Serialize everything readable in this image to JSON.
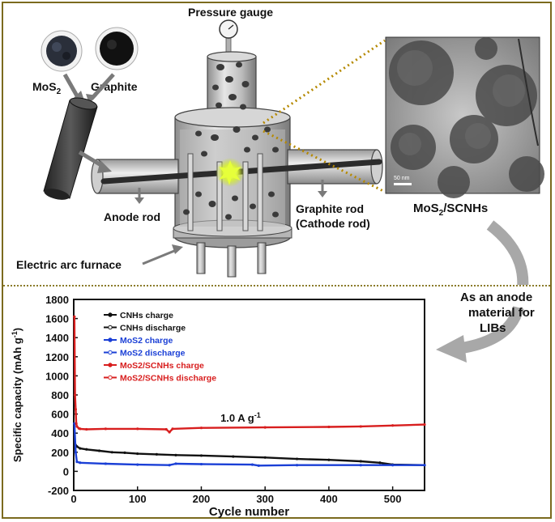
{
  "diagram": {
    "labels": {
      "pressure_gauge": "Pressure gauge",
      "mos2": "MoS",
      "mos2_sub": "2",
      "graphite": "Graphite",
      "anode_rod": "Anode rod",
      "graphite_rod": "Graphite rod",
      "cathode_rod": "(Cathode rod)",
      "furnace": "Electric arc furnace",
      "product": "MoS",
      "product_sub": "2",
      "product_suffix": "/SCNHs",
      "scale_bar": "50 nm",
      "application_line1": "As an anode",
      "application_line2": "material for",
      "application_line3": "LIBs"
    }
  },
  "chart_data": {
    "type": "line",
    "xlabel": "Cycle number",
    "ylabel": "Specific capacity (mAh g",
    "ylabel_sup": "-1",
    "ylabel_end": ")",
    "xlim": [
      0,
      550
    ],
    "ylim": [
      -200,
      1800
    ],
    "xticks": [
      0,
      100,
      200,
      300,
      400,
      500
    ],
    "yticks": [
      -200,
      0,
      200,
      400,
      600,
      800,
      1000,
      1200,
      1400,
      1600,
      1800
    ],
    "annotation": "1.0 A g",
    "annotation_sup": "-1",
    "legend": [
      {
        "name": "CNHs charge",
        "color": "#111111"
      },
      {
        "name": "CNHs discharge",
        "color": "#111111"
      },
      {
        "name": "MoS2 charge",
        "color": "#1a3fd6"
      },
      {
        "name": "MoS2 discharge",
        "color": "#1a3fd6"
      },
      {
        "name": "MoS2/SCNHs charge",
        "color": "#d81e1e"
      },
      {
        "name": "MoS2/SCNHs discharge",
        "color": "#d81e1e"
      }
    ],
    "series": [
      {
        "name": "CNHs charge",
        "color": "#111111",
        "x": [
          1,
          5,
          10,
          20,
          40,
          60,
          80,
          100,
          130,
          160,
          200,
          250,
          300,
          350,
          400,
          450,
          480,
          500,
          550
        ],
        "y": [
          300,
          260,
          240,
          230,
          215,
          200,
          195,
          185,
          178,
          170,
          165,
          155,
          145,
          130,
          120,
          105,
          90,
          70,
          65
        ]
      },
      {
        "name": "MoS2 charge",
        "color": "#1a3fd6",
        "x": [
          1,
          3,
          5,
          10,
          50,
          100,
          150,
          160,
          200,
          280,
          290,
          350,
          450,
          500,
          550
        ],
        "y": [
          500,
          200,
          100,
          90,
          80,
          70,
          65,
          80,
          75,
          70,
          60,
          65,
          65,
          65,
          65
        ]
      },
      {
        "name": "MoS2/SCNHs charge",
        "color": "#d81e1e",
        "x": [
          1,
          2,
          3,
          4,
          5,
          8,
          10,
          20,
          50,
          100,
          145,
          150,
          155,
          200,
          300,
          400,
          450,
          500,
          550
        ],
        "y": [
          1620,
          800,
          650,
          500,
          470,
          450,
          445,
          440,
          445,
          445,
          440,
          410,
          445,
          455,
          460,
          465,
          470,
          480,
          490
        ]
      }
    ]
  }
}
